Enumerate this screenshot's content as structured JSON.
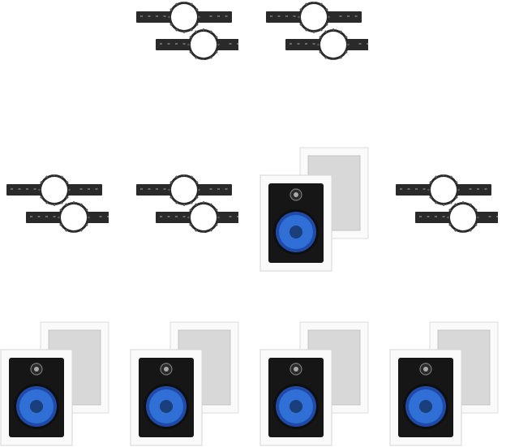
{
  "image": {
    "alt": "",
    "colors": {
      "background": "#ffffff",
      "bracket": "#2a2a2a",
      "bracket_ring": "#ffffff",
      "speaker_frame": "#fafafa",
      "speaker_baffle": "#161616",
      "woofer_cone": "#2f6fd6",
      "woofer_surround": "#1f4aa8",
      "dust_cap": "#1b3f7a",
      "grille": "#d8d8d8"
    },
    "groups": [
      {
        "type": "bracket-pair",
        "row": 1
      },
      {
        "type": "bracket-pair",
        "row": 1
      },
      {
        "type": "bracket-pair",
        "row": 2
      },
      {
        "type": "bracket-pair",
        "row": 2
      },
      {
        "type": "speaker-pair",
        "row": 2
      },
      {
        "type": "bracket-pair",
        "row": 2
      },
      {
        "type": "speaker-pair",
        "row": 3
      },
      {
        "type": "speaker-pair",
        "row": 3
      },
      {
        "type": "speaker-pair",
        "row": 3
      },
      {
        "type": "speaker-pair",
        "row": 3
      }
    ]
  }
}
